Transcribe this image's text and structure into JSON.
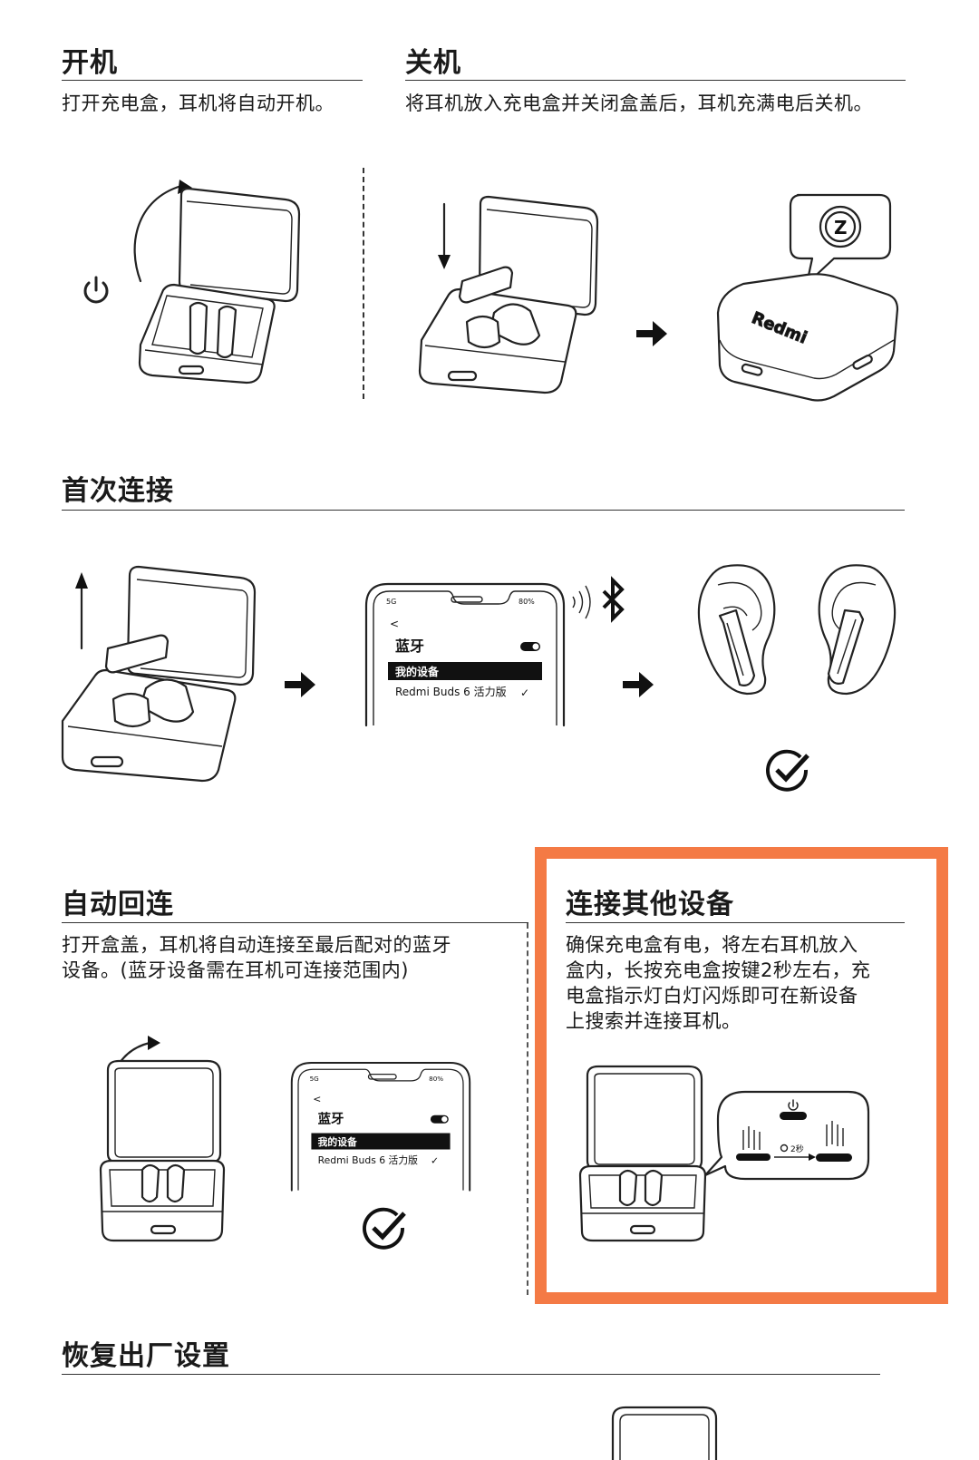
{
  "sections": {
    "power_on": {
      "title": "开机",
      "text": "打开充电盒，耳机将自动开机。"
    },
    "power_off": {
      "title": "关机",
      "text": "将耳机放入充电盒并关闭盒盖后，耳机充满电后关机。"
    },
    "first_connect": {
      "title": "首次连接"
    },
    "auto_reconnect": {
      "title": "自动回连",
      "text_line1": "打开盒盖，耳机将自动连接至最后配对的蓝牙",
      "text_line2": "设备。(蓝牙设备需在耳机可连接范围内)"
    },
    "connect_other": {
      "title": "连接其他设备",
      "text_line1": "确保充电盒有电，将左右耳机放入",
      "text_line2": "盒内，长按充电盒按键2秒左右，充",
      "text_line3": "电盒指示灯白灯闪烁即可在新设备",
      "text_line4": "上搜索并连接耳机。",
      "press_duration": "2秒"
    },
    "factory_reset": {
      "title": "恢复出厂设置"
    }
  },
  "phone": {
    "signal": "5G",
    "battery": "80%",
    "back": "<",
    "screen_title": "蓝牙",
    "my_devices_label": "我的设备",
    "device_name": "Redmi Buds 6 活力版",
    "check": "✓"
  },
  "case_logo": "Redmi",
  "sleep_glyph": "Z",
  "colors": {
    "highlight_border": "#F47A45",
    "ink": "#1a1a1a"
  },
  "icons": [
    "power-icon",
    "bluetooth-icon",
    "check-circle-icon",
    "sleep-icon",
    "arrow-right-icon",
    "arrow-up-icon",
    "arrow-down-icon",
    "lid-open-arrow-icon"
  ]
}
